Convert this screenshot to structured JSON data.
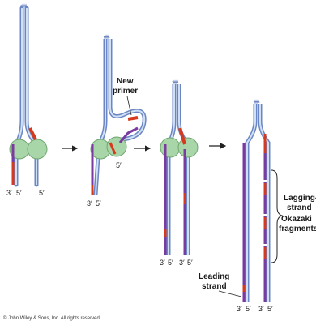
{
  "labels": {
    "end_3": "3′",
    "end_5": "5′",
    "new_primer": "New primer",
    "lagging_strand": "Lagging-strand",
    "okazaki_fragments": "Okazaki fragments",
    "leading_strand": "Leading strand"
  },
  "copyright": "© John Wiley & Sons, Inc. All rights reserved.",
  "colors": {
    "strand_outer": "#6b86c4",
    "strand_inner": "#cfe0f5",
    "new_strand": "#7a3aa0",
    "primer": "#d63a1e",
    "polymerase": "#a9d6a9",
    "polymerase_edge": "#6fa56f"
  },
  "stages": [
    {
      "name": "stage-1"
    },
    {
      "name": "stage-2"
    },
    {
      "name": "stage-3"
    },
    {
      "name": "stage-4"
    }
  ]
}
